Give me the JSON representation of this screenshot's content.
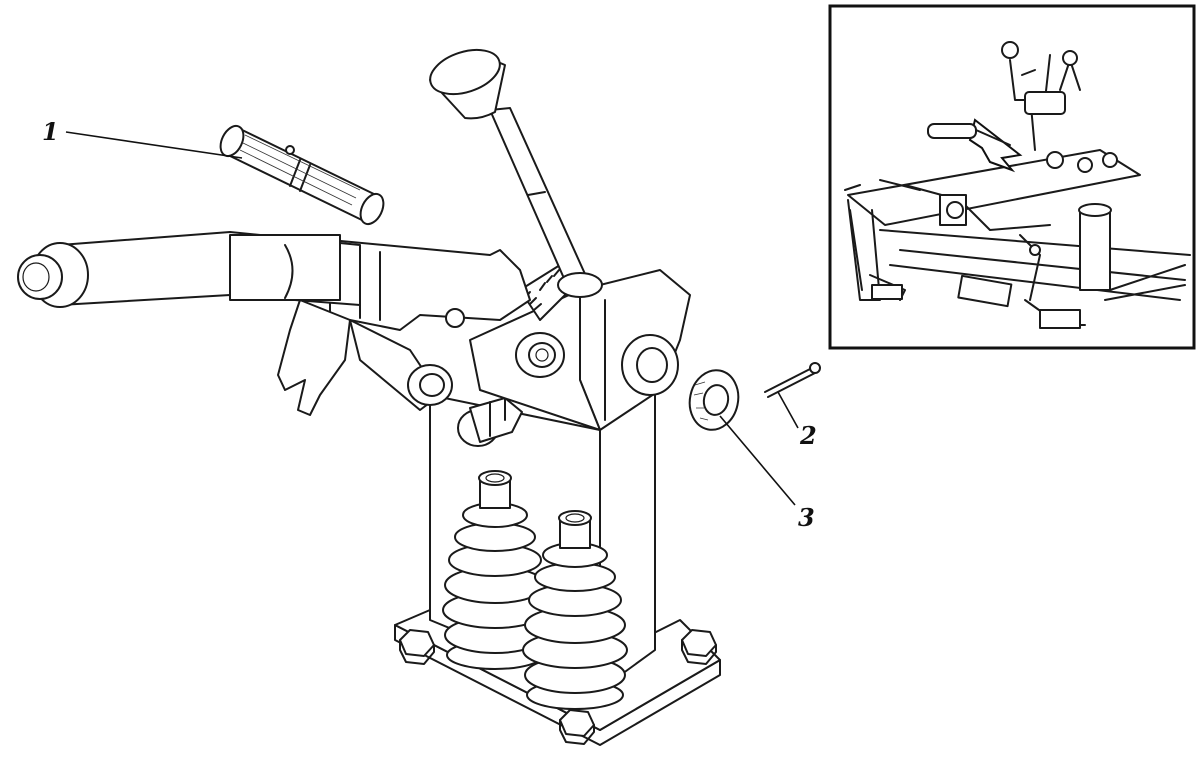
{
  "callouts": [
    {
      "label": "1"
    },
    {
      "label": "2"
    },
    {
      "label": "3"
    }
  ],
  "colors": {
    "ink": "#1a1a1a",
    "paper": "#ffffff"
  }
}
